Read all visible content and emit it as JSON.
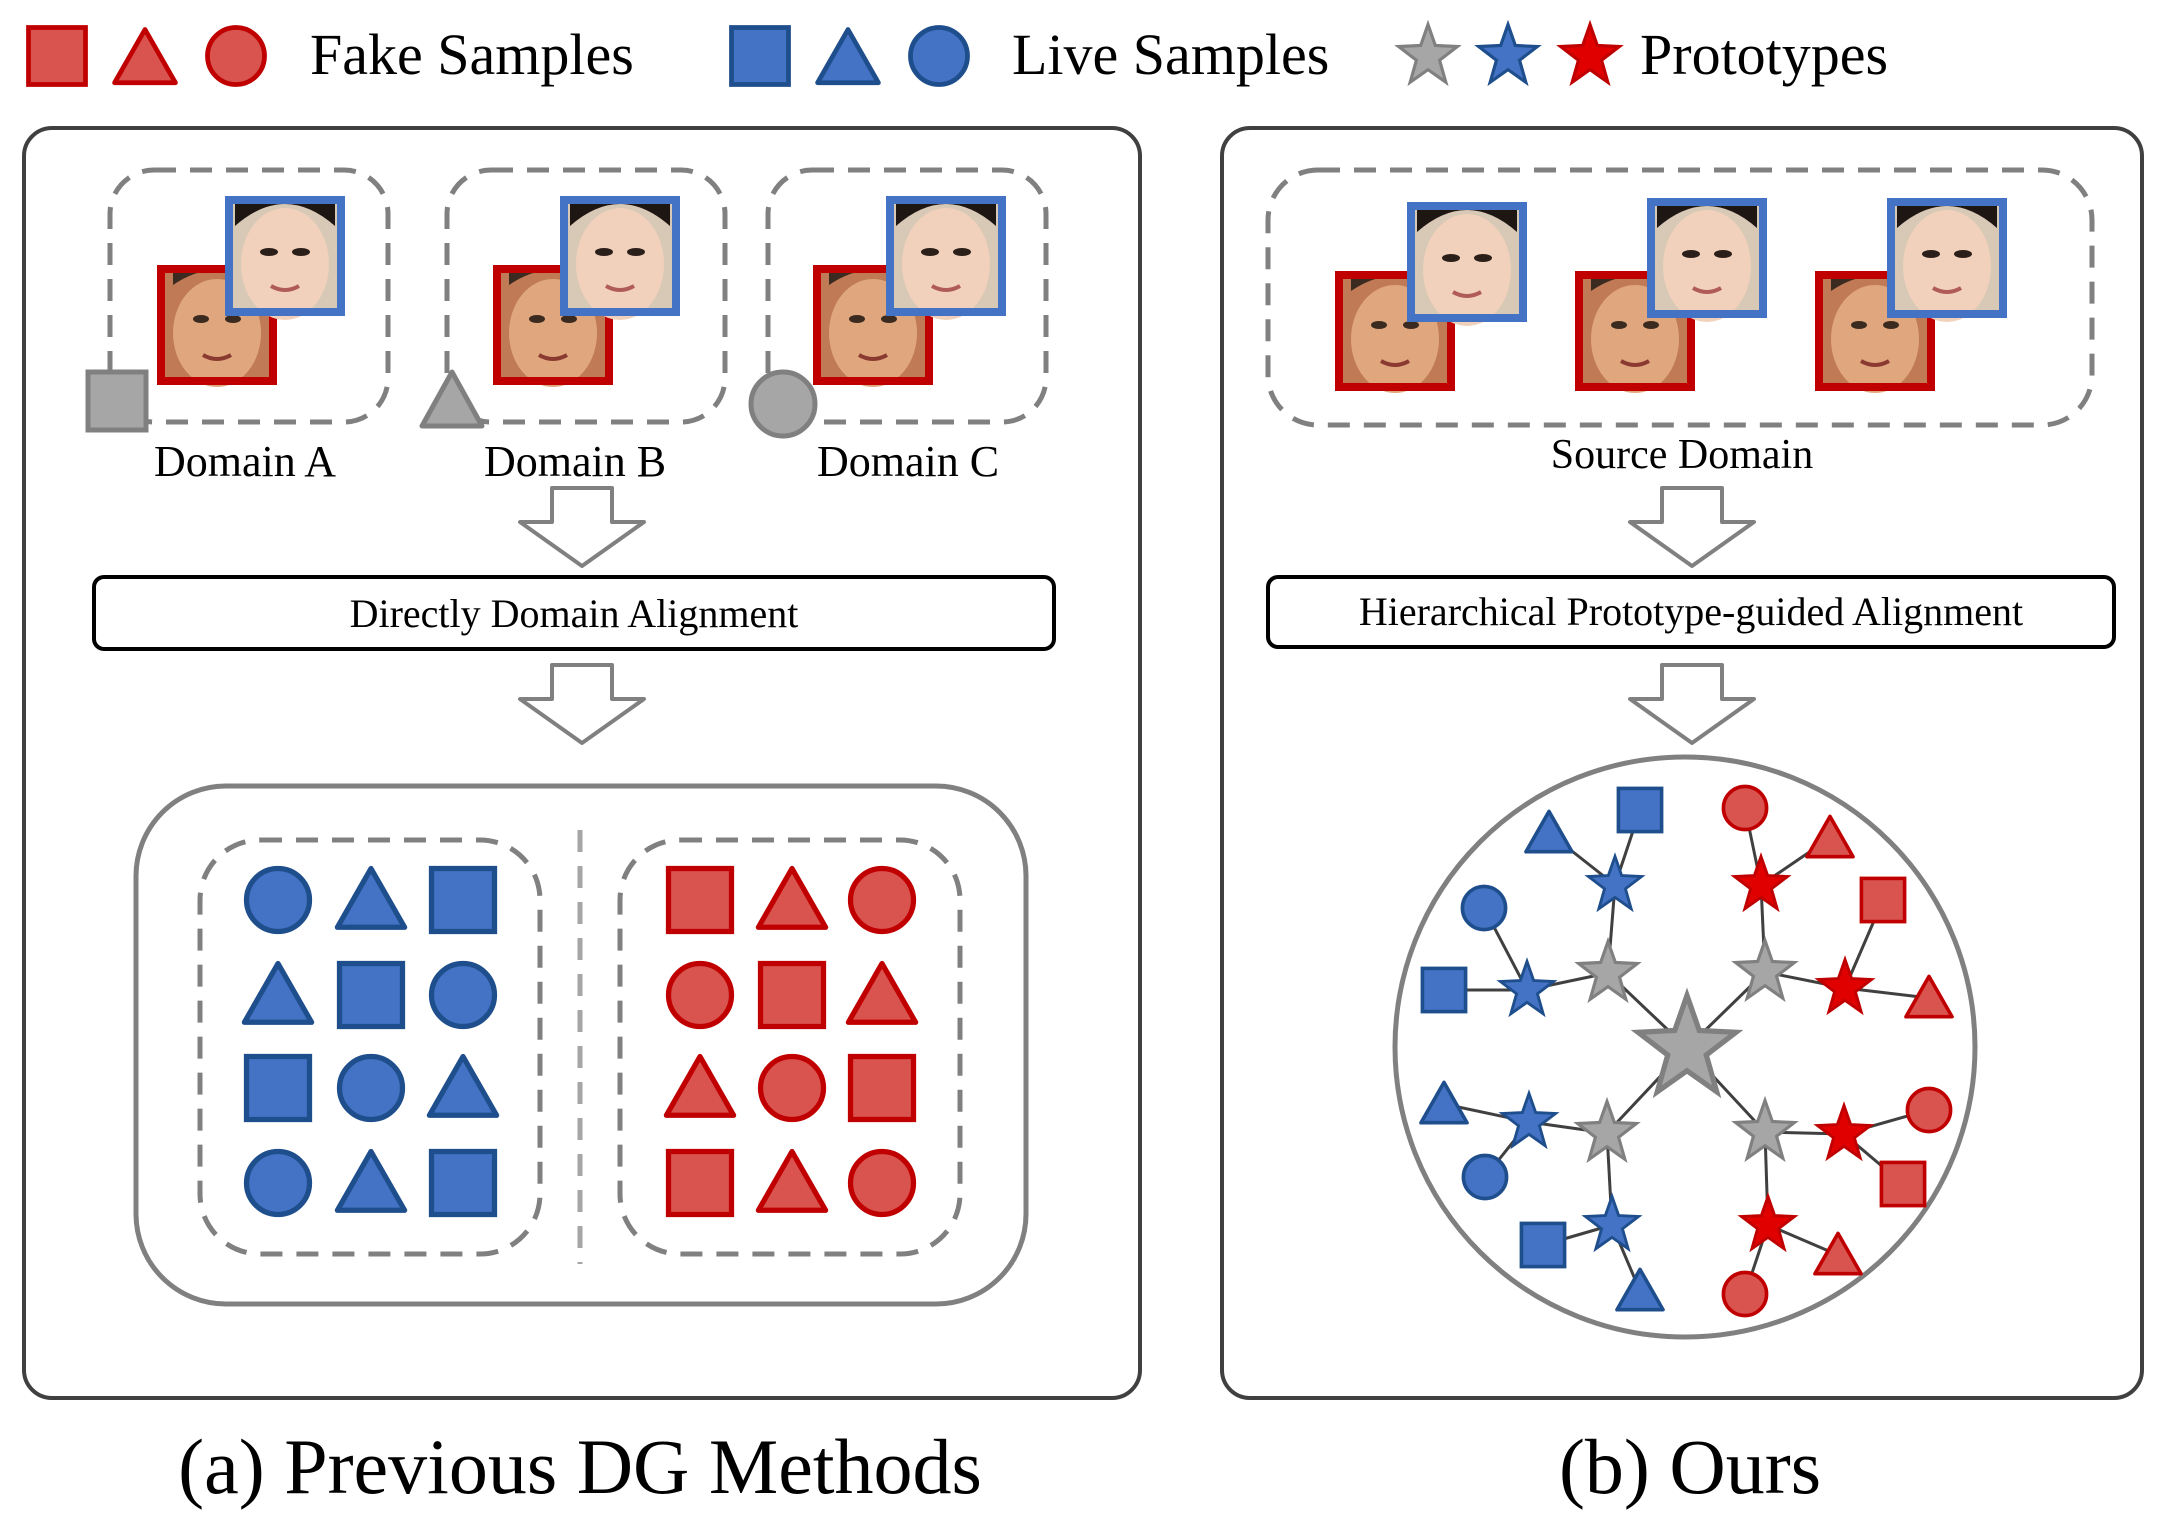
{
  "legend": {
    "fake_label": "Fake Samples",
    "live_label": "Live Samples",
    "prototype_label": "Prototypes"
  },
  "panel_a": {
    "caption": "(a) Previous DG Methods",
    "domains": [
      "Domain A",
      "Domain B",
      "Domain C"
    ],
    "process_label": "Directly Domain Alignment"
  },
  "panel_b": {
    "caption": "(b) Ours",
    "source_label": "Source Domain",
    "process_label": "Hierarchical Prototype-guided Alignment"
  },
  "colors": {
    "fake_fill": "#d9534f",
    "fake_stroke": "#c00000",
    "live_fill": "#4472c4",
    "live_stroke": "#1f4e8c",
    "neutral_fill": "#a6a6a6",
    "neutral_stroke": "#808080",
    "frame": "#404040"
  },
  "icons": [
    "square-icon",
    "triangle-icon",
    "circle-icon",
    "star-icon",
    "face-photo",
    "arrow-down-icon"
  ]
}
